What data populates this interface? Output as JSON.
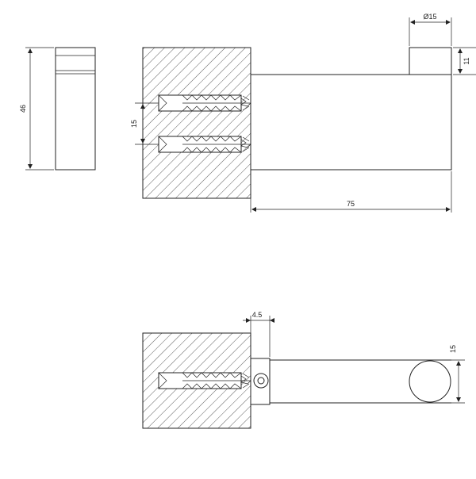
{
  "dimensions": {
    "height_total": "46",
    "diameter_label": "Ø15",
    "cap_height": "11",
    "anchor_spacing": "15",
    "projection": "75",
    "screw_offset": "4.5",
    "rod_height": "15"
  }
}
